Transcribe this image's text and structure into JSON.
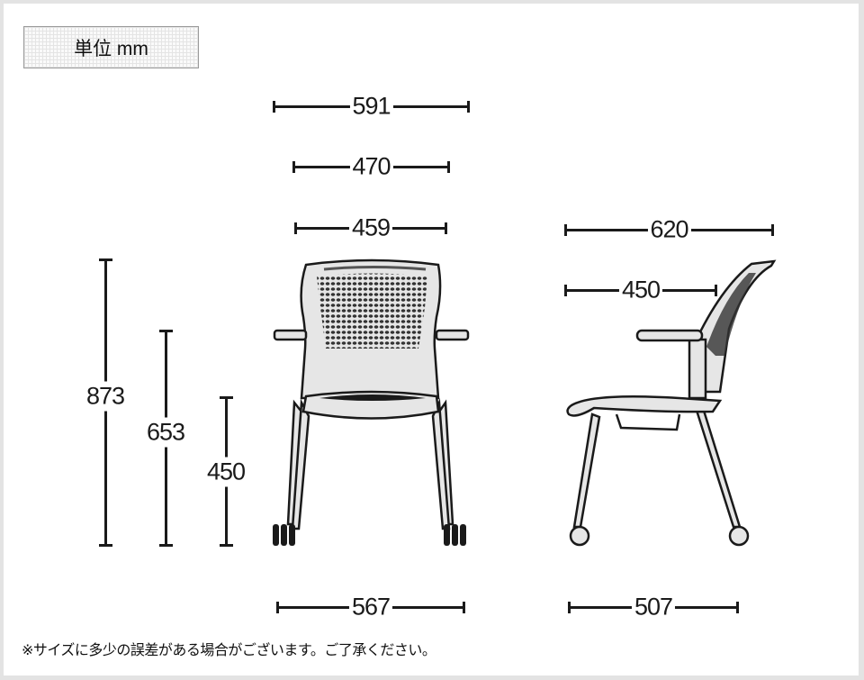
{
  "unit": {
    "label": "単位 mm"
  },
  "front_view": {
    "dimensions": {
      "overall_width": "591",
      "arm_inner_width": "470",
      "back_width": "459",
      "base_width": "567",
      "overall_height": "873",
      "arm_height": "653",
      "seat_height": "450"
    }
  },
  "side_view": {
    "dimensions": {
      "overall_depth": "620",
      "seat_depth": "450",
      "base_depth": "507"
    }
  },
  "footnote": "※サイズに多少の誤差がある場合がございます。ご了承ください。",
  "colors": {
    "line": "#1a1a1a",
    "chair_fill": "#e6e6e6",
    "background": "#ffffff",
    "frame": "#e3e3e3"
  }
}
